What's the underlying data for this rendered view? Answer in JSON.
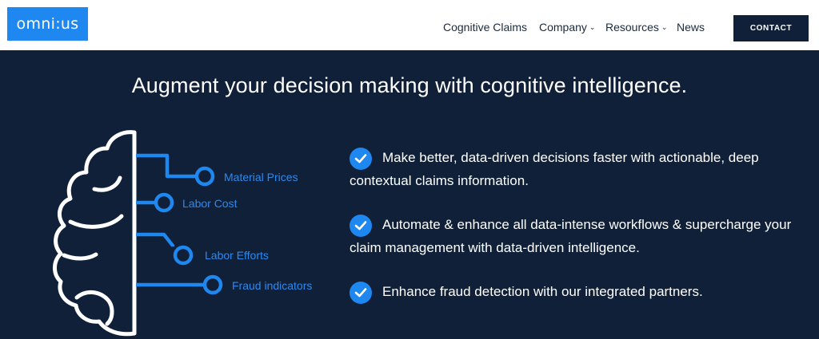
{
  "header": {
    "logo_text": "omni:us",
    "nav": [
      {
        "label": "Cognitive Claims",
        "has_dropdown": false
      },
      {
        "label": "Company",
        "has_dropdown": true
      },
      {
        "label": "Resources",
        "has_dropdown": true
      },
      {
        "label": "News",
        "has_dropdown": false
      }
    ],
    "caret": "⌄",
    "contact_label": "CONTACT"
  },
  "main": {
    "headline": "Augment your decision making with cognitive intelligence.",
    "illustration_labels": [
      "Material Prices",
      "Labor Cost",
      "Labor Efforts",
      "Fraud indicators"
    ],
    "features": [
      "Make better, data-driven decisions faster with actionable, deep contextual claims information.",
      "Automate & enhance all data-intense workflows & supercharge your claim management with data-driven intelligence.",
      "Enhance fraud detection with our integrated partners."
    ]
  },
  "colors": {
    "brand_blue": "#1f87f0",
    "navy": "#0f2038",
    "header_bg": "#ffffff"
  },
  "icons": [
    "brain-circuit-illustration",
    "check-circle-icon",
    "chevron-down-icon"
  ]
}
